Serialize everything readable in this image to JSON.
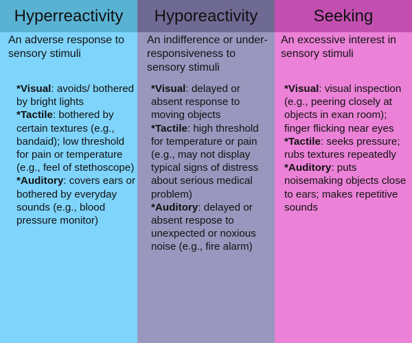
{
  "columns": [
    {
      "title": "Hyperreactivity",
      "definition": "An adverse response to sensory stimuli",
      "items": [
        {
          "sense": "*Visual",
          "text": ": avoids/ bothered by bright lights"
        },
        {
          "sense": "*Tactile",
          "text": ": bothered by certain textures (e.g., bandaid); low threshold for pain or temperature (e.g., feel of stethoscope)"
        },
        {
          "sense": "*Auditory",
          "text": ": covers ears or bothered by everyday sounds (e.g., blood pressure monitor)"
        }
      ]
    },
    {
      "title": "Hyporeactivity",
      "definition": "An indifference or under-responsiveness to sensory stimuli",
      "items": [
        {
          "sense": "*Visual",
          "text": ": delayed or absent response to moving objects"
        },
        {
          "sense": "*Tactile",
          "text": ": high threshold for temperature or pain (e.g., may not display typical signs of distress about serious medical problem)"
        },
        {
          "sense": "*Auditory",
          "text": ": delayed or absent respose to unexpected or noxious noise (e.g., fire alarm)"
        }
      ]
    },
    {
      "title": "Seeking",
      "definition": "An excessive interest in sensory stimuli",
      "items": [
        {
          "sense": "*Visual",
          "text": ": visual inspection (e.g., peering closely at objects in exan room); finger flicking near eyes"
        },
        {
          "sense": "*Tactile",
          "text": ": seeks pressure; rubs textures repeatedly"
        },
        {
          "sense": "*Auditory",
          "text": ": puts noisemaking objects close to ears; makes repetitive sounds"
        }
      ]
    }
  ],
  "colors": {
    "hyper_header": "#5ab2d3",
    "hyper_body": "#7fd4fb",
    "hypo_header": "#6f6a93",
    "hypo_body": "#9a97be",
    "seeking_header": "#c24fb0",
    "seeking_body": "#ec82d8"
  }
}
